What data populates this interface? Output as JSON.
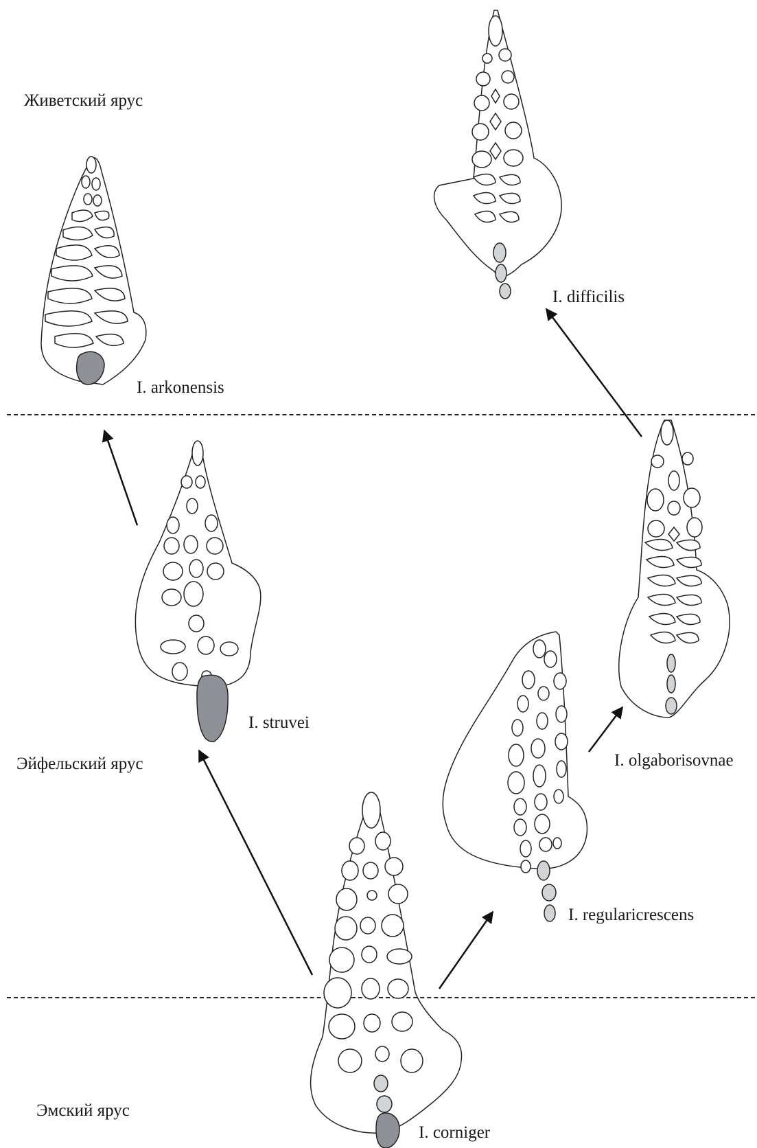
{
  "stages": {
    "givetian": "Живетский ярус",
    "eifelian": "Эйфельский ярус",
    "emsian": "Эмский ярус"
  },
  "species": {
    "arkonensis": "I. arkonensis",
    "difficilis": "I. difficilis",
    "struvei": "I. struvei",
    "olgaborisovnae": "I. olgaborisovnae",
    "regularicrescens": "I. regularicrescens",
    "corniger": "I. corniger"
  },
  "colors": {
    "outline": "#222222",
    "fill_dark": "#8f9196",
    "fill_light": "#d3d4d6"
  }
}
